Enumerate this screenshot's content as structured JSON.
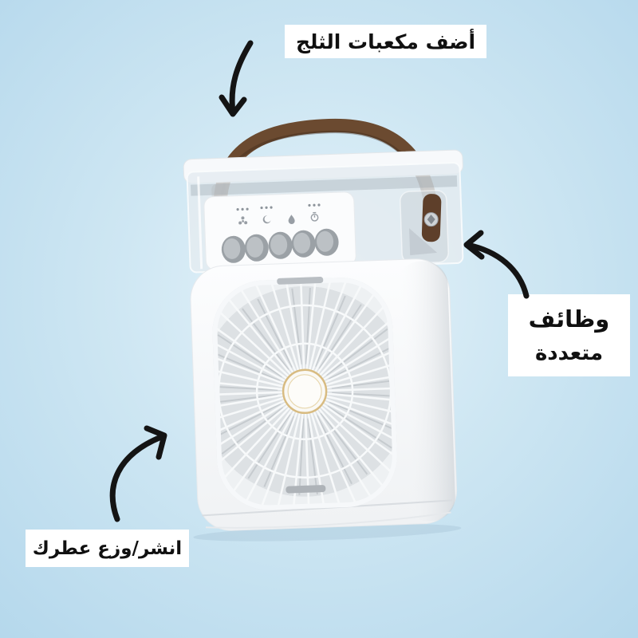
{
  "theme": {
    "bg_center": "#e6f3fa",
    "bg_mid": "#cfe7f3",
    "bg_edge": "#b5d8ec",
    "handle": "#6b4a30",
    "handle_dark": "#5e3f2a",
    "hub_ring": "#d8bb81",
    "arrow": "#141414",
    "label_bg": "#ffffff",
    "label_text": "#101010"
  },
  "annotations": {
    "add_ice": {
      "text": "أضف مكعبات الثلج"
    },
    "multi_function": {
      "line1": "وظائف",
      "line2": "متعددة"
    },
    "spray_perfume": {
      "text": "انشر/وزع عطرك"
    }
  },
  "device": {
    "type": "portable-mist-fan-air-cooler",
    "control_icons": [
      "fan-speed",
      "night-mode",
      "mist",
      "timer"
    ],
    "button_count": 5,
    "body_color": "#f7f9fb",
    "blade_color": "#dde1e4",
    "button_color": "#a6abaf"
  }
}
